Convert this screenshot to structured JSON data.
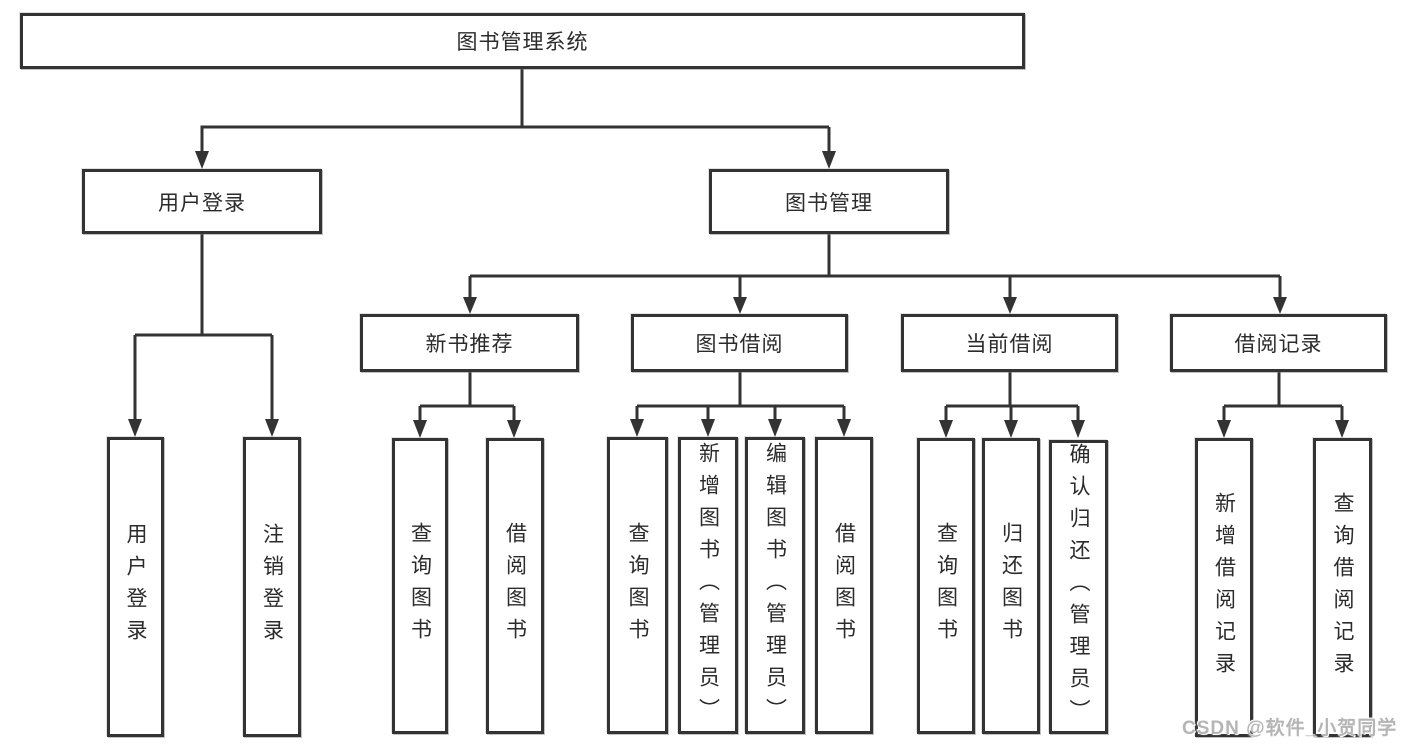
{
  "diagram": {
    "root": {
      "label": "图书管理系统"
    },
    "level2": {
      "user_login": {
        "label": "用户登录"
      },
      "book_mgmt": {
        "label": "图书管理"
      }
    },
    "level3": {
      "new_book_rec": {
        "label": "新书推荐"
      },
      "book_borrow": {
        "label": "图书借阅"
      },
      "current_borrow": {
        "label": "当前借阅"
      },
      "borrow_records": {
        "label": "借阅记录"
      }
    },
    "leaves": {
      "user_login_leaf": {
        "label": "用户登录"
      },
      "logout_leaf": {
        "label": "注销登录"
      },
      "nb_query": {
        "label": "查询图书"
      },
      "nb_borrow": {
        "label": "借阅图书"
      },
      "bb_query": {
        "label": "查询图书"
      },
      "bb_add": {
        "label": "新增图书（管理员）"
      },
      "bb_edit": {
        "label": "编辑图书（管理员）"
      },
      "bb_borrow": {
        "label": "借阅图书"
      },
      "cb_query": {
        "label": "查询图书"
      },
      "cb_return": {
        "label": "归还图书"
      },
      "cb_confirm": {
        "label": "确认归还（管理员）"
      },
      "br_add": {
        "label": "新增借阅记录"
      },
      "br_query": {
        "label": "查询借阅记录"
      }
    }
  },
  "watermark": {
    "text": "CSDN @软件_小贺同学"
  },
  "colors": {
    "line": "#333333",
    "text": "#2b2b2b",
    "background": "#ffffff",
    "watermark_text": "#b5b5b5"
  }
}
